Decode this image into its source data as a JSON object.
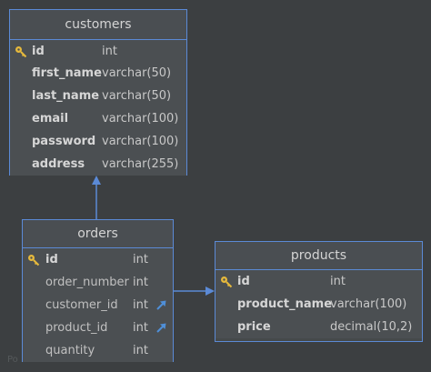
{
  "colors": {
    "background": "#3c3f41",
    "border": "#5b8ad6",
    "key": "#e6b93c",
    "fk_arrow": "#4f8fd8"
  },
  "tables": {
    "customers": {
      "name": "customers",
      "columns": [
        {
          "name": "id",
          "type": "int",
          "key": true
        },
        {
          "name": "first_name",
          "type": "varchar(50)"
        },
        {
          "name": "last_name",
          "type": "varchar(50)"
        },
        {
          "name": "email",
          "type": "varchar(100)"
        },
        {
          "name": "password",
          "type": "varchar(100)"
        },
        {
          "name": "address",
          "type": "varchar(255)"
        }
      ]
    },
    "orders": {
      "name": "orders",
      "columns": [
        {
          "name": "id",
          "type": "int",
          "key": true
        },
        {
          "name": "order_number",
          "type": "int"
        },
        {
          "name": "customer_id",
          "type": "int",
          "fk": true
        },
        {
          "name": "product_id",
          "type": "int",
          "fk": true
        },
        {
          "name": "quantity",
          "type": "int"
        }
      ]
    },
    "products": {
      "name": "products",
      "columns": [
        {
          "name": "id",
          "type": "int",
          "key": true
        },
        {
          "name": "product_name",
          "type": "varchar(100)"
        },
        {
          "name": "price",
          "type": "decimal(10,2)"
        }
      ]
    }
  },
  "watermark": "Po"
}
